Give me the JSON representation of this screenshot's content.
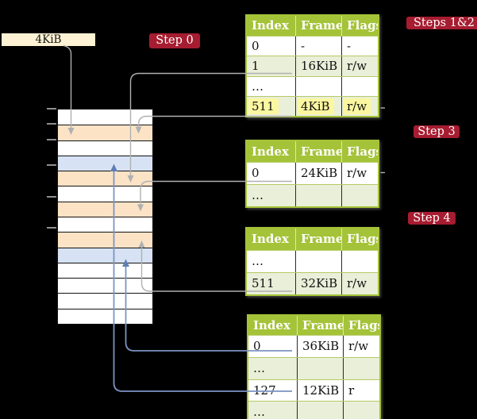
{
  "label_4kib": "4KiB",
  "badges": {
    "step0": "Step 0",
    "steps12": "Steps 1&2",
    "step3": "Step 3",
    "step4": "Step 4"
  },
  "memory_column": {
    "row_colors": [
      "white",
      "orange",
      "white",
      "blue",
      "orange",
      "white",
      "orange",
      "white",
      "orange",
      "blue",
      "white",
      "white",
      "white",
      "white"
    ]
  },
  "tables": [
    {
      "name": "steps-1-2",
      "headers": [
        "Index",
        "Frame",
        "Flags"
      ],
      "rows": [
        {
          "cells": [
            "0",
            "-",
            "-"
          ]
        },
        {
          "cells": [
            "1",
            "16KiB",
            "r/w"
          ]
        },
        {
          "cells": [
            "…",
            "",
            ""
          ]
        },
        {
          "cells": [
            "511",
            "4KiB",
            "r/w"
          ],
          "highlight": true
        }
      ]
    },
    {
      "name": "step-3",
      "headers": [
        "Index",
        "Frame",
        "Flags"
      ],
      "rows": [
        {
          "cells": [
            "0",
            "24KiB",
            "r/w"
          ]
        },
        {
          "cells": [
            "…",
            "",
            ""
          ]
        }
      ]
    },
    {
      "name": "step-4-upper",
      "headers": [
        "Index",
        "Frame",
        "Flags"
      ],
      "rows": [
        {
          "cells": [
            "…",
            "",
            ""
          ]
        },
        {
          "cells": [
            "511",
            "32KiB",
            "r/w"
          ]
        }
      ]
    },
    {
      "name": "step-4-lower",
      "headers": [
        "Index",
        "Frame",
        "Flags"
      ],
      "rows": [
        {
          "cells": [
            "0",
            "36KiB",
            "r/w"
          ]
        },
        {
          "cells": [
            "…",
            "",
            ""
          ]
        },
        {
          "cells": [
            "127",
            "12KiB",
            "r"
          ]
        },
        {
          "cells": [
            "…",
            "",
            ""
          ]
        }
      ]
    }
  ],
  "colors": {
    "background": "#000000",
    "memory_orange": "#fce3c6",
    "memory_blue": "#d7e3f4",
    "memory_white": "#ffffff",
    "table_green": "#a5c338",
    "table_row_green": "#e9efd8",
    "badge_red": "#a61c30",
    "highlight_yellow": "#fbf7a0",
    "label_cream": "#fdf2d4",
    "arrow_gray": "#b0b0b0",
    "arrow_blue": "#7b94c3"
  }
}
